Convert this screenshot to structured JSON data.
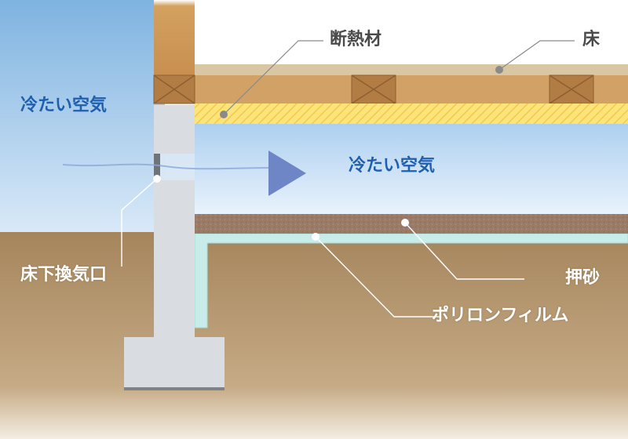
{
  "labels": {
    "cold_air_outside": "冷たい空気",
    "cold_air_under_floor": "冷たい空気",
    "insulation": "断熱材",
    "floor": "床",
    "vent": "床下換気口",
    "pressed_sand": "押砂",
    "poly_film": "ポリロンフィルム"
  },
  "colors": {
    "sky_top": "#7fb3e0",
    "air_inner": "#e6f1fb",
    "ground": "#a98a62",
    "wood": "#c9955c",
    "insulation": "#fde882",
    "concrete": "#d9dde2",
    "film": "#c8ece9",
    "sand": "#9b7a66",
    "arrow": "#6f86c6",
    "label_blue": "#1f5fae",
    "label_dark": "#4a4a4a"
  }
}
